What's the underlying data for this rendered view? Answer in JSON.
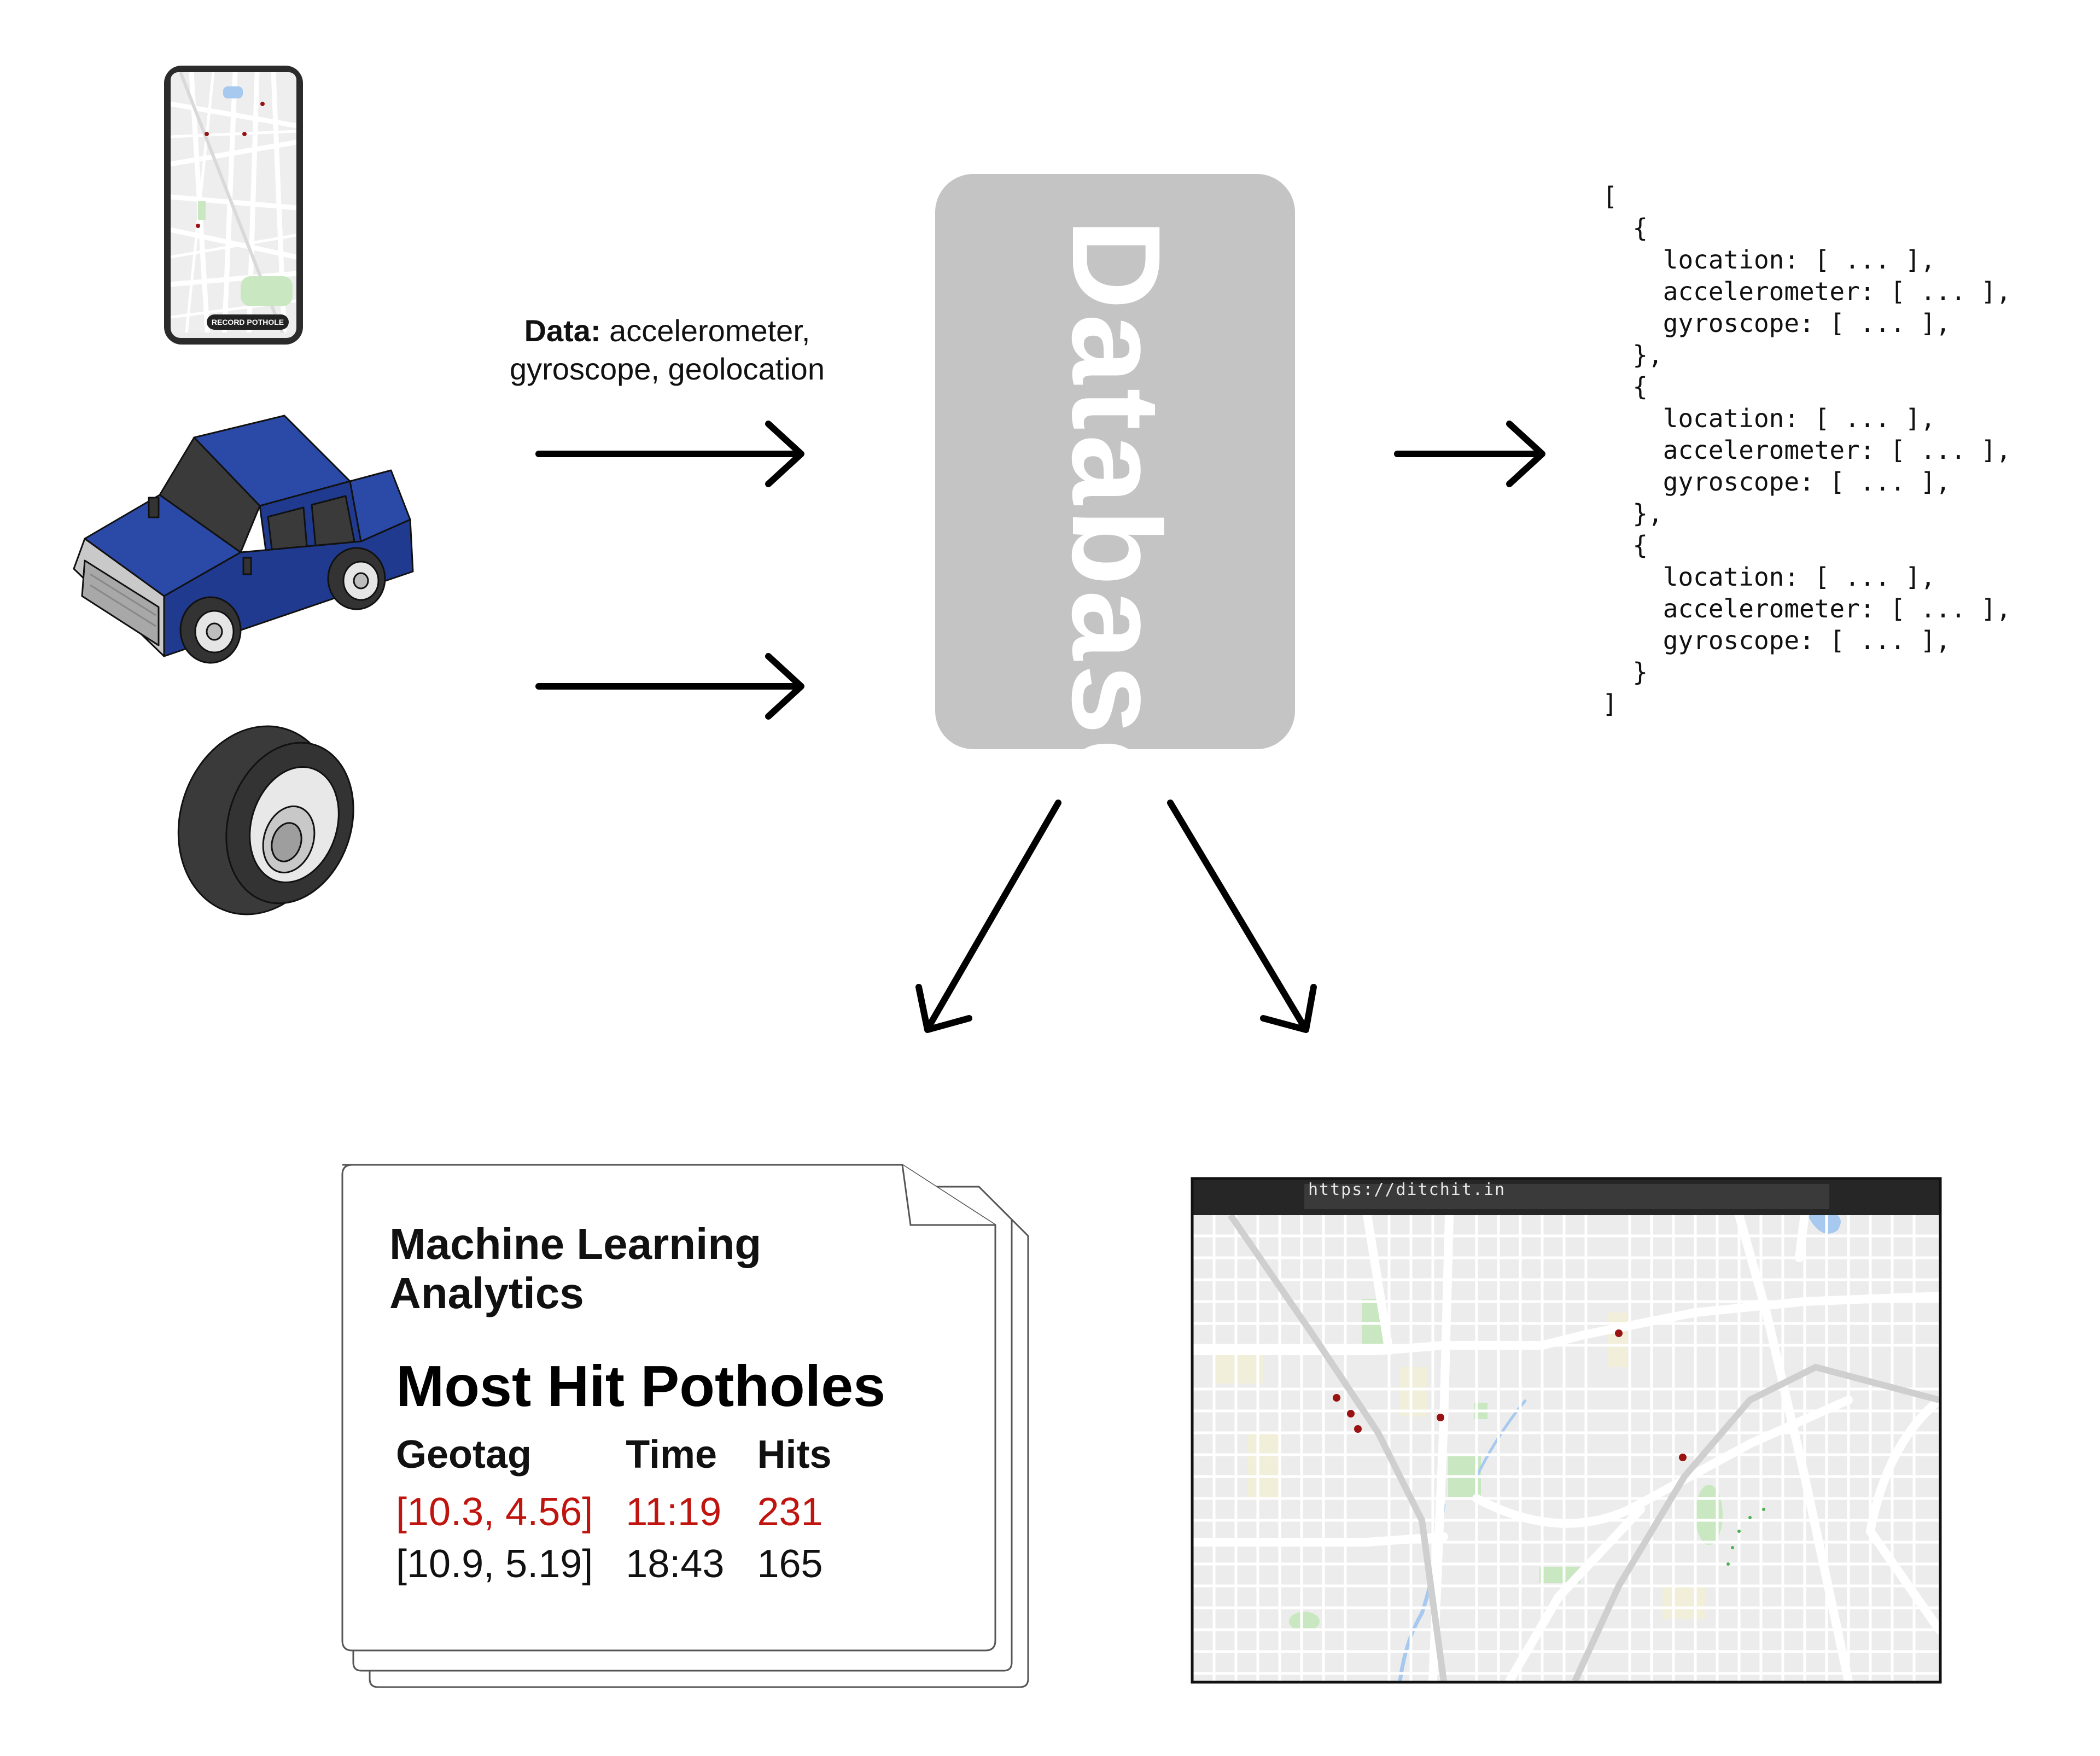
{
  "phone": {
    "button_label": "RECORD POTHOLE"
  },
  "flow": {
    "caption_bold": "Data:",
    "caption_line1": " accelerometer,",
    "caption_line2": "gyroscope, geolocation"
  },
  "database": {
    "label": "Database"
  },
  "json_output": {
    "lines": [
      "[",
      "  {",
      "    location: [ ... ],",
      "    accelerometer: [ ... ],",
      "    gyroscope: [ ... ],",
      "  },",
      "  {",
      "    location: [ ... ],",
      "    accelerometer: [ ... ],",
      "    gyroscope: [ ... ],",
      "  },",
      "  {",
      "    location: [ ... ],",
      "    accelerometer: [ ... ],",
      "    gyroscope: [ ... ],",
      "  }",
      "]"
    ]
  },
  "report": {
    "title": "Machine Learning Analytics",
    "heading": "Most Hit Potholes",
    "columns": [
      "Geotag",
      "Time",
      "Hits"
    ],
    "rows": [
      {
        "geotag": "[10.3, 4.56]",
        "time": "11:19",
        "hits": "231",
        "highlight": true
      },
      {
        "geotag": "[10.9, 5.19]",
        "time": "18:43",
        "hits": "165",
        "highlight": false
      }
    ],
    "highlight_color": "#c0140f"
  },
  "browser": {
    "url": "https://ditchit.in"
  },
  "colors": {
    "car_body": "#1f3a8f",
    "database_fill": "#c4c4c4",
    "pothole_marker": "#9b1212",
    "map_park": "#c9e8c1",
    "map_water": "#a7c9ef"
  }
}
